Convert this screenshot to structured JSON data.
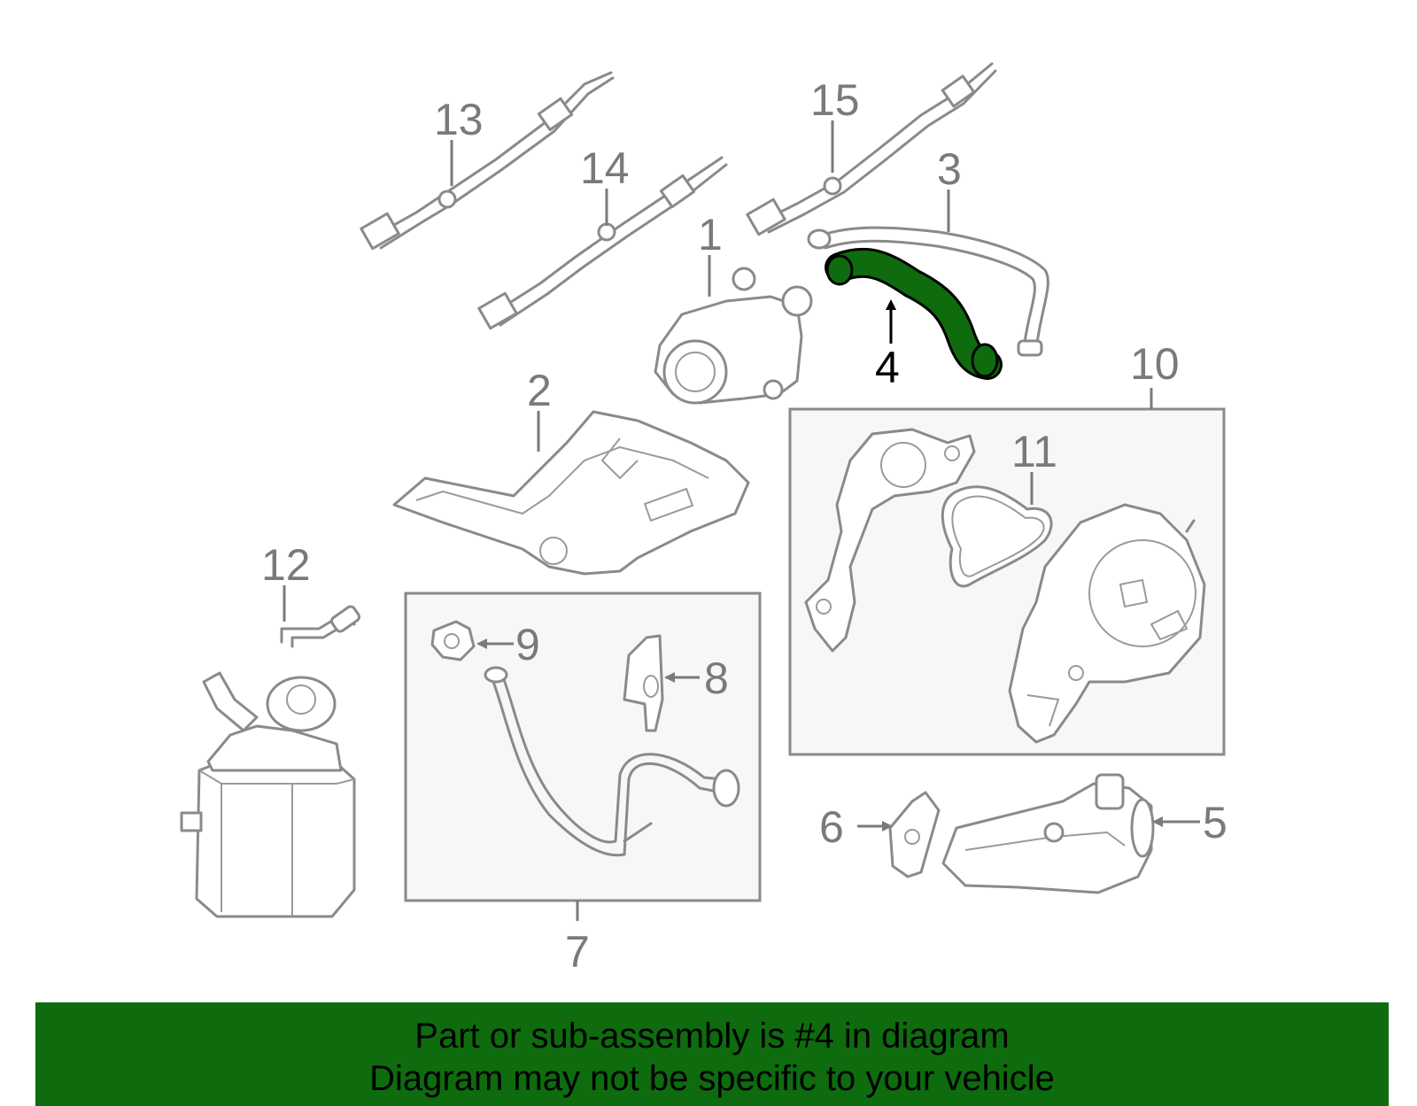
{
  "callouts": {
    "c1": "1",
    "c2": "2",
    "c3": "3",
    "c4": "4",
    "c5": "5",
    "c6": "6",
    "c7": "7",
    "c8": "8",
    "c9": "9",
    "c10": "10",
    "c11": "11",
    "c12": "12",
    "c13": "13",
    "c14": "14",
    "c15": "15"
  },
  "highlight": {
    "part_number": "4",
    "color": "#0e6b0e"
  },
  "colors": {
    "banner": "#0e6b0e",
    "line": "#8a8a8a",
    "box_fill": "#f7f7f7"
  },
  "banner": {
    "line1": "Part or sub-assembly is #4 in diagram",
    "line2": "Diagram may not be specific to your vehicle"
  }
}
